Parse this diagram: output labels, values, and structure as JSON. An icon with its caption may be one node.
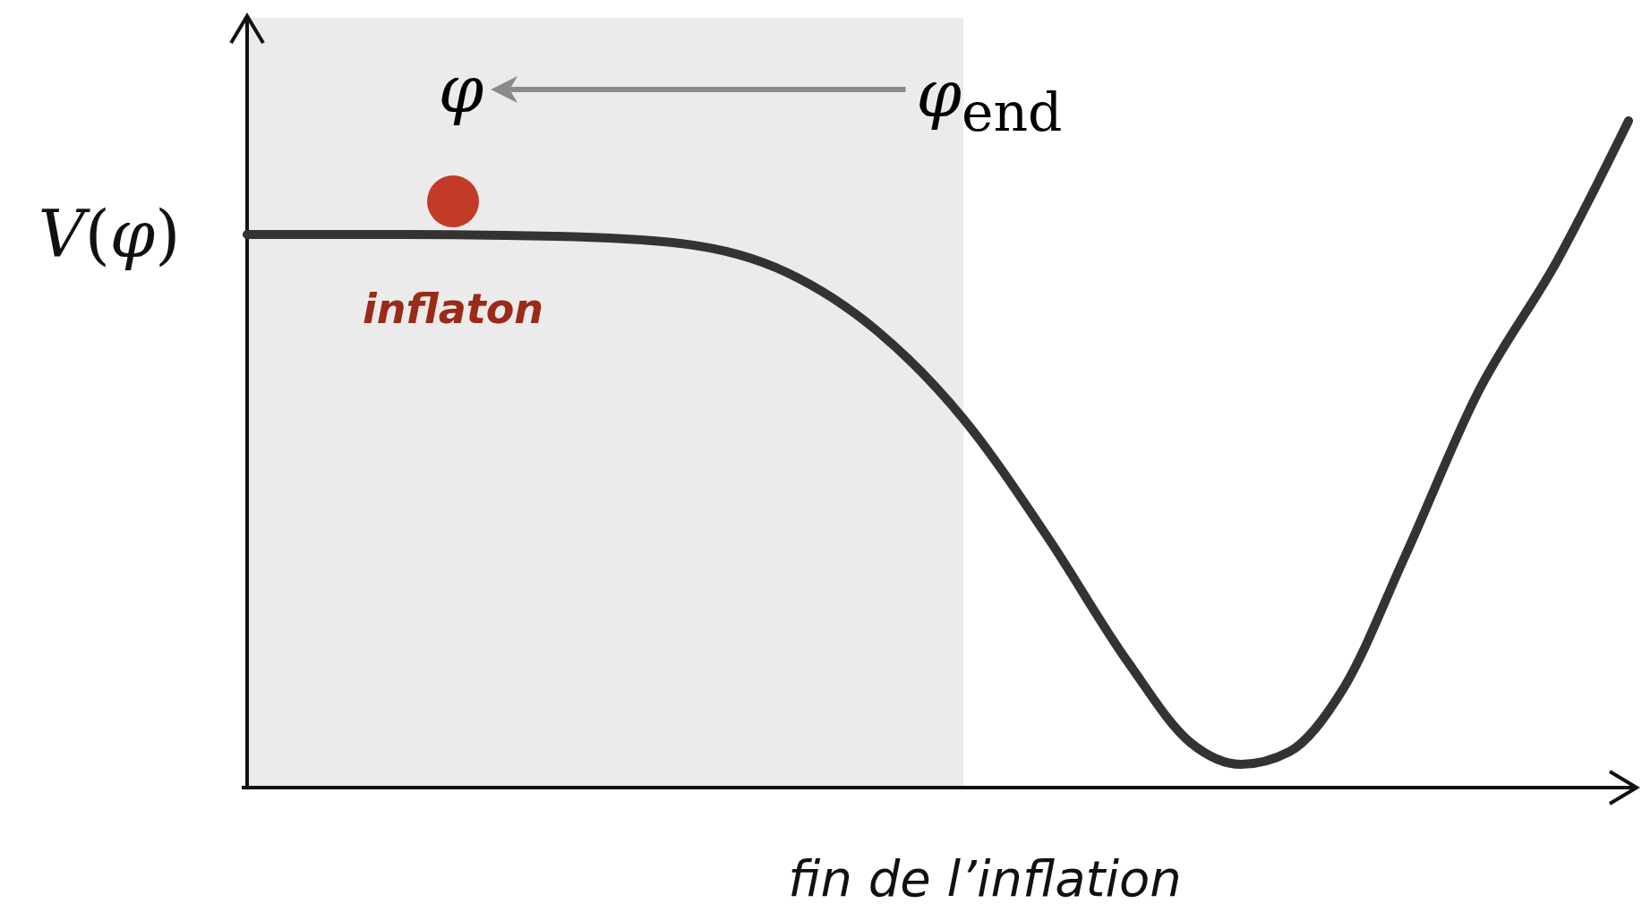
{
  "diagram": {
    "nodes": [
      {
        "text": [
          "φ"
        ]
      },
      {
        "text": [
          "*φ*$_{end}$"
        ]
      }
    ],
    "edges": [
      {
        "from": 1,
        "to": 0,
        "arrow": "to",
        "color": "#8a8a8a"
      }
    ],
    "labels": [
      "*V*(*φ*)",
      "inflaton",
      "fin de l’inflation"
    ]
  }
}
